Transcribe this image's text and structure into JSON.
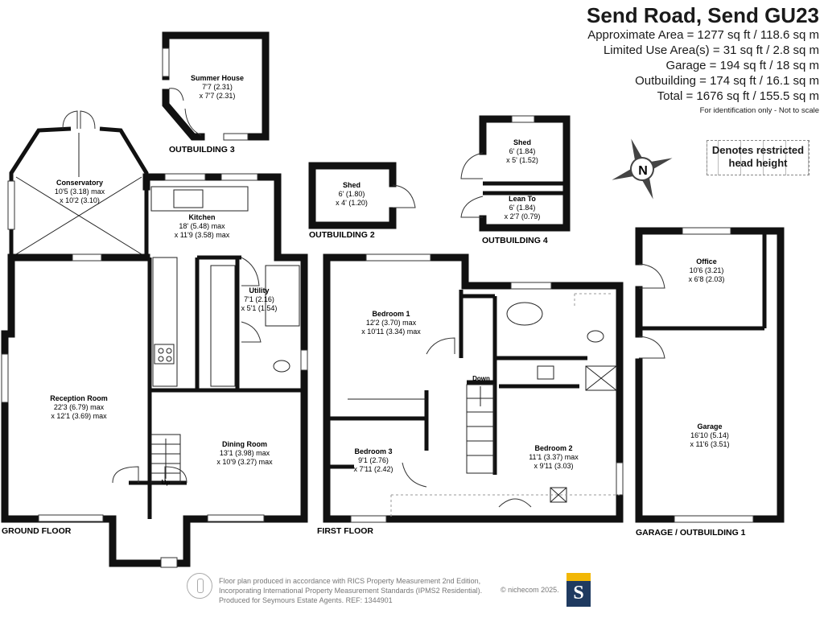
{
  "title": "Send Road, Send GU23",
  "areas": [
    "Approximate Area = 1277 sq ft / 118.6 sq m",
    "Limited Use Area(s) = 31 sq ft / 2.8 sq m",
    "Garage = 194 sq ft / 18 sq m",
    "Outbuilding = 174 sq ft / 16.1 sq m",
    "Total = 1676 sq ft / 155.5 sq m"
  ],
  "scale_note": "For identification only - Not to scale",
  "restricted_note": "Denotes restricted head height",
  "compass_label": "N",
  "floors": {
    "ground": "GROUND FLOOR",
    "first": "FIRST FLOOR",
    "garage": "GARAGE / OUTBUILDING 1",
    "out2": "OUTBUILDING 2",
    "out3": "OUTBUILDING 3",
    "out4": "OUTBUILDING 4"
  },
  "rooms": {
    "summer_house": {
      "name": "Summer House",
      "dim1": "7'7 (2.31)",
      "dim2": "x 7'7 (2.31)"
    },
    "conservatory": {
      "name": "Conservatory",
      "dim1": "10'5 (3.18) max",
      "dim2": "x 10'2 (3.10)"
    },
    "kitchen": {
      "name": "Kitchen",
      "dim1": "18' (5.48) max",
      "dim2": "x 11'9 (3.58) max"
    },
    "utility": {
      "name": "Utility",
      "dim1": "7'1 (2.16)",
      "dim2": "x 5'1 (1.54)"
    },
    "reception": {
      "name": "Reception Room",
      "dim1": "22'3 (6.79) max",
      "dim2": "x 12'1 (3.69) max"
    },
    "dining": {
      "name": "Dining Room",
      "dim1": "13'1 (3.98) max",
      "dim2": "x 10'9 (3.27) max"
    },
    "shed2": {
      "name": "Shed",
      "dim1": "6' (1.80)",
      "dim2": "x 4' (1.20)"
    },
    "shed4": {
      "name": "Shed",
      "dim1": "6' (1.84)",
      "dim2": "x 5' (1.52)"
    },
    "lean_to": {
      "name": "Lean To",
      "dim1": "6' (1.84)",
      "dim2": "x 2'7 (0.79)"
    },
    "bedroom1": {
      "name": "Bedroom 1",
      "dim1": "12'2 (3.70) max",
      "dim2": "x 10'11 (3.34) max"
    },
    "bedroom2": {
      "name": "Bedroom 2",
      "dim1": "11'1 (3.37) max",
      "dim2": "x 9'11 (3.03)"
    },
    "bedroom3": {
      "name": "Bedroom 3",
      "dim1": "9'1 (2.76)",
      "dim2": "x 7'11 (2.42)"
    },
    "office": {
      "name": "Office",
      "dim1": "10'6 (3.21)",
      "dim2": "x 6'8 (2.03)"
    },
    "garage": {
      "name": "Garage",
      "dim1": "16'10 (5.14)",
      "dim2": "x 11'6 (3.51)"
    }
  },
  "stairs": {
    "up": "Up",
    "down": "Down"
  },
  "footer": {
    "line1": "Floor plan produced in accordance with RICS Property Measurement 2nd Edition,",
    "line2": "Incorporating International Property Measurement Standards (IPMS2 Residential).",
    "line3": "Produced for Seymours Estate Agents.   REF: 1344901",
    "copyright": "© nichecom 2025.",
    "logo_letter": "S"
  }
}
